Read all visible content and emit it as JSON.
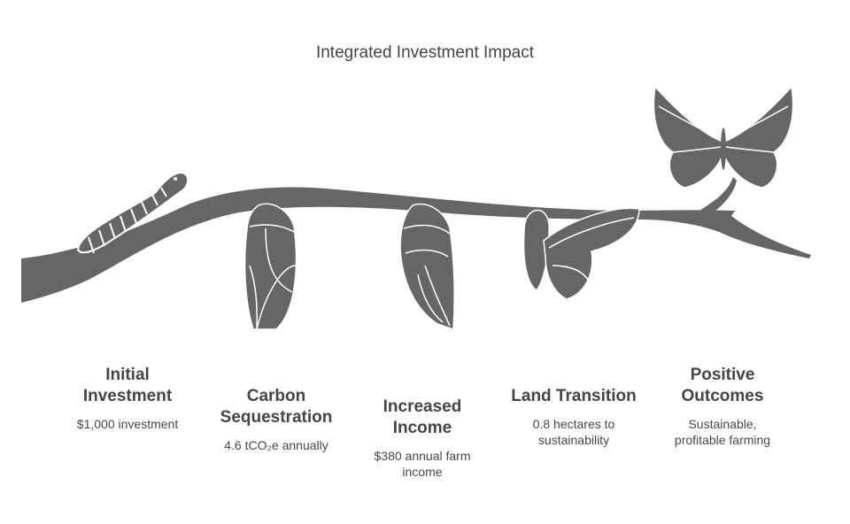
{
  "title": "Integrated Investment Impact",
  "stages": [
    {
      "title": "Initial Investment",
      "desc": "$1,000 investment",
      "icon": "caterpillar-icon"
    },
    {
      "title": "Carbon Sequestration",
      "desc": "4.6 tCO₂e annually",
      "icon": "chrysalis-icon"
    },
    {
      "title": "Increased Income",
      "desc": "$380 annual farm income",
      "icon": "chrysalis-opening-icon"
    },
    {
      "title": "Land Transition",
      "desc": "0.8 hectares to sustainability",
      "icon": "emerging-butterfly-icon"
    },
    {
      "title": "Positive Outcomes",
      "desc": "Sustainable, profitable farming",
      "icon": "butterfly-icon"
    }
  ],
  "colors": {
    "shape": "#666666",
    "text": "#444444"
  }
}
